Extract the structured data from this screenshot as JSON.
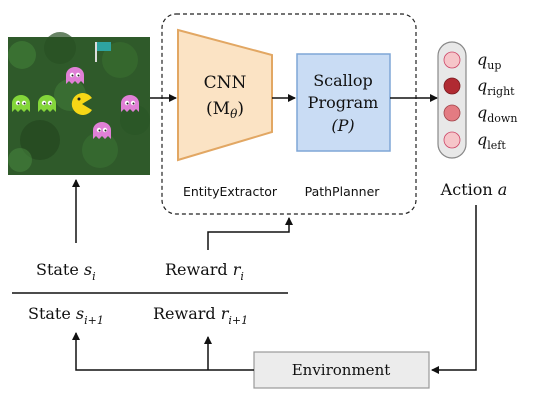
{
  "colors": {
    "cnn_fill": "#fbe3c4",
    "cnn_stroke": "#e2a763",
    "scallop_fill": "#c9dcf4",
    "scallop_stroke": "#7fa6d6",
    "env_fill": "#ececec",
    "env_stroke": "#999999",
    "forest": "#2f5a2a",
    "pacman": "#f6d716",
    "ghost_pink": "#e080d6",
    "ghost_green": "#84d63a",
    "flag": "#2ea4a0",
    "action_light": "#f6c5c9",
    "action_dark": "#b02a32",
    "action_mid": "#e37b82"
  },
  "cnn": {
    "line1": "CNN",
    "line2_base": "(M",
    "line2_sub": "θ",
    "line2_close": ")"
  },
  "scallop": {
    "line1": "Scallop",
    "line2": "Program",
    "line3": "(P)"
  },
  "labels": {
    "entity_extractor": "EntityExtractor",
    "path_planner": "PathPlanner",
    "action": "Action",
    "action_var": "a",
    "environment": "Environment"
  },
  "state_now": {
    "word": "State",
    "var": "s",
    "sub": "i"
  },
  "reward_now": {
    "word": "Reward",
    "var": "r",
    "sub": "i"
  },
  "state_next": {
    "word": "State",
    "var": "s",
    "sub": "i+1"
  },
  "reward_next": {
    "word": "Reward",
    "var": "r",
    "sub": "i+1"
  },
  "q_labels": [
    {
      "var": "q",
      "sub": "up"
    },
    {
      "var": "q",
      "sub": "right"
    },
    {
      "var": "q",
      "sub": "down"
    },
    {
      "var": "q",
      "sub": "left"
    }
  ],
  "action_icons": [
    "light-circle-icon",
    "dark-circle-icon",
    "medium-circle-icon",
    "light-circle-icon"
  ]
}
